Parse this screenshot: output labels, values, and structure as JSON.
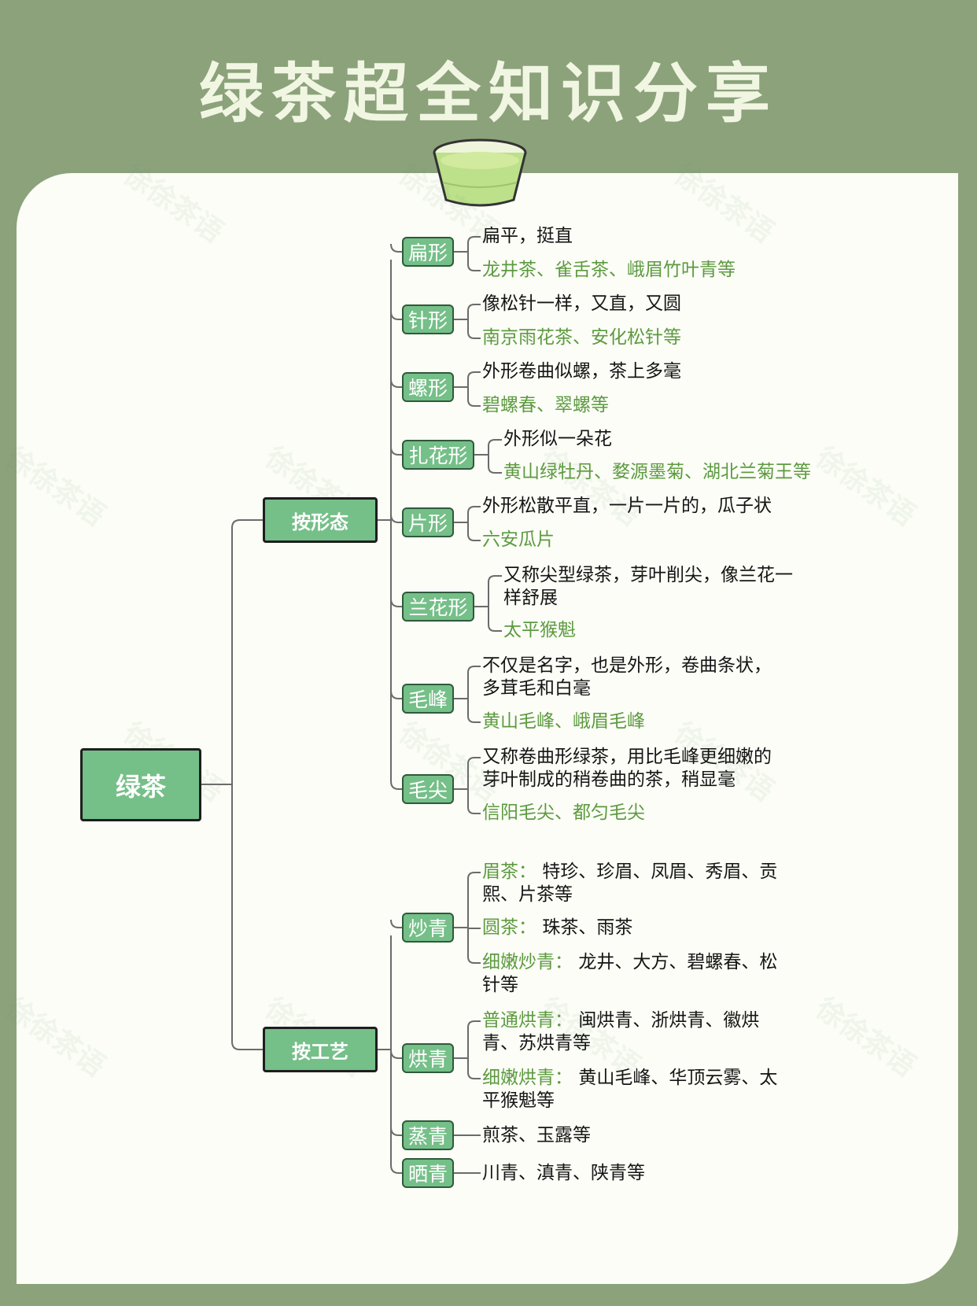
{
  "title": "绿茶超全知识分享",
  "watermark": "徐徐茶语",
  "colors": {
    "background": "#8ba27b",
    "node": "#75bf88",
    "example_text": "#5d9a40",
    "title": "#f1f6e2"
  },
  "root": "绿茶",
  "branches": [
    {
      "label": "按形态",
      "children": [
        {
          "label": "扁形",
          "items": [
            {
              "text": "扁平，挺直"
            },
            {
              "text": "龙井茶、雀舌茶、峨眉竹叶青等",
              "type": "example"
            }
          ]
        },
        {
          "label": "针形",
          "items": [
            {
              "text": "像松针一样，又直，又圆"
            },
            {
              "text": "南京雨花茶、安化松针等",
              "type": "example"
            }
          ]
        },
        {
          "label": "螺形",
          "items": [
            {
              "text": "外形卷曲似螺，茶上多毫"
            },
            {
              "text": "碧螺春、翠螺等",
              "type": "example"
            }
          ]
        },
        {
          "label": "扎花形",
          "items": [
            {
              "text": "外形似一朵花"
            },
            {
              "text": "黄山绿牡丹、婺源墨菊、湖北兰菊王等",
              "type": "example"
            }
          ]
        },
        {
          "label": "片形",
          "items": [
            {
              "text": "外形松散平直，一片一片的，瓜子状"
            },
            {
              "text": "六安瓜片",
              "type": "example"
            }
          ]
        },
        {
          "label": "兰花形",
          "items": [
            {
              "text": "又称尖型绿茶，芽叶削尖，像兰花一样舒展"
            },
            {
              "text": "太平猴魁",
              "type": "example"
            }
          ]
        },
        {
          "label": "毛峰",
          "items": [
            {
              "text": "不仅是名字，也是外形，卷曲条状，多茸毛和白毫"
            },
            {
              "text": "黄山毛峰、峨眉毛峰",
              "type": "example"
            }
          ]
        },
        {
          "label": "毛尖",
          "items": [
            {
              "text": "又称卷曲形绿茶，用比毛峰更细嫩的芽叶制成的稍卷曲的茶，稍显毫"
            },
            {
              "text": "信阳毛尖、都匀毛尖",
              "type": "example"
            }
          ]
        }
      ]
    },
    {
      "label": "按工艺",
      "children": [
        {
          "label": "炒青",
          "items": [
            {
              "label": "眉茶：",
              "text": "特珍、珍眉、凤眉、秀眉、贡熙、片茶等"
            },
            {
              "label": "圆茶：",
              "text": "珠茶、雨茶"
            },
            {
              "label": "细嫩炒青：",
              "text": "龙井、大方、碧螺春、松针等"
            }
          ]
        },
        {
          "label": "烘青",
          "items": [
            {
              "label": "普通烘青：",
              "text": "闽烘青、浙烘青、徽烘青、苏烘青等"
            },
            {
              "label": "细嫩烘青：",
              "text": "黄山毛峰、华顶云雾、太平猴魁等"
            }
          ]
        },
        {
          "label": "蒸青",
          "items": [
            {
              "text": "煎茶、玉露等"
            }
          ]
        },
        {
          "label": "晒青",
          "items": [
            {
              "text": "川青、滇青、陕青等"
            }
          ]
        }
      ]
    }
  ]
}
